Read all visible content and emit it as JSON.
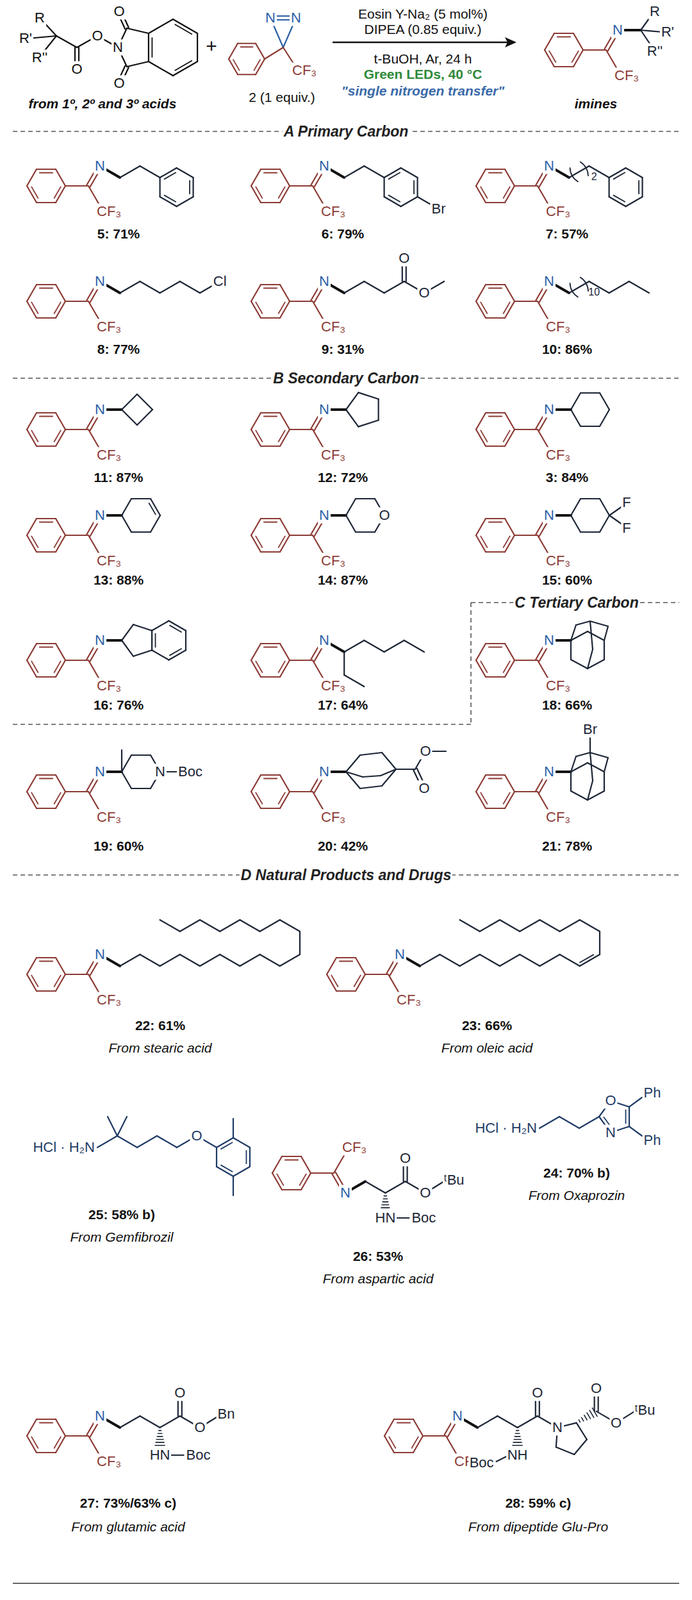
{
  "diagram": {
    "labels": [
      "R",
      "R'",
      "R''",
      "O",
      "O",
      "N",
      "O",
      "O",
      "from 1º, 2º and 3º acids",
      "+",
      "N",
      "N",
      "CF₃",
      "2 (1 equiv.)",
      "Eosin Y-Na₂ (5 mol%)",
      "DIPEA (0.85 equiv.)",
      "t-BuOH, Ar, 24 h",
      "Green LEDs, 40 °C",
      "\"single nitrogen transfer\"",
      "N",
      "CF₃",
      "R",
      "R'",
      "R''",
      "imines",
      "A Primary Carbon",
      "N",
      "CF₃",
      "5: 71%",
      "N",
      "CF₃",
      "Br",
      "6: 79%",
      "N",
      "CF₃",
      "2",
      "7: 57%",
      "N",
      "CF₃",
      "Cl",
      "8: 77%",
      "N",
      "CF₃",
      "O",
      "O",
      "9: 31%",
      "N",
      "CF₃",
      "10",
      "10: 86%",
      "B Secondary Carbon",
      "N",
      "CF₃",
      "11: 87%",
      "N",
      "CF₃",
      "12: 72%",
      "N",
      "CF₃",
      "3: 84%",
      "N",
      "CF₃",
      "13: 88%",
      "N",
      "CF₃",
      "O",
      "14: 87%",
      "N",
      "CF₃",
      "F",
      "F",
      "15: 60%",
      "N",
      "CF₃",
      "16: 76%",
      "N",
      "CF₃",
      "17: 64%",
      "C Tertiary Carbon",
      "N",
      "CF₃",
      "18: 66%",
      "N",
      "CF₃",
      "N",
      "Boc",
      "19: 60%",
      "N",
      "CF₃",
      "O",
      "O",
      "20: 42%",
      "N",
      "CF₃",
      "Br",
      "21: 78%",
      "D Natural Products and Drugs",
      "N",
      "CF₃",
      "22: 61%",
      "From stearic acid",
      "N",
      "CF₃",
      "23: 66%",
      "From oleic acid",
      "HCl · H₂N",
      "O",
      "25: 58% b)",
      "From Gemfibrozil",
      "HCl · H₂N",
      "O",
      "N",
      "Ph",
      "Ph",
      "24: 70% b)",
      "From Oxaprozin",
      "N",
      "CF₃",
      "O",
      "O",
      "ᵗBu",
      "HN",
      "Boc",
      "26: 53%",
      "From aspartic acid",
      "N",
      "CF₃",
      "O",
      "O",
      "Bn",
      "HN",
      "Boc",
      "27: 73%/63% c)",
      "From glutamic acid",
      "N",
      "CF₃",
      "O",
      "N",
      "O",
      "O",
      "ᵗBu",
      "NH",
      "Boc",
      "28: 59% c)",
      "From dipeptide Glu-Pro"
    ]
  }
}
